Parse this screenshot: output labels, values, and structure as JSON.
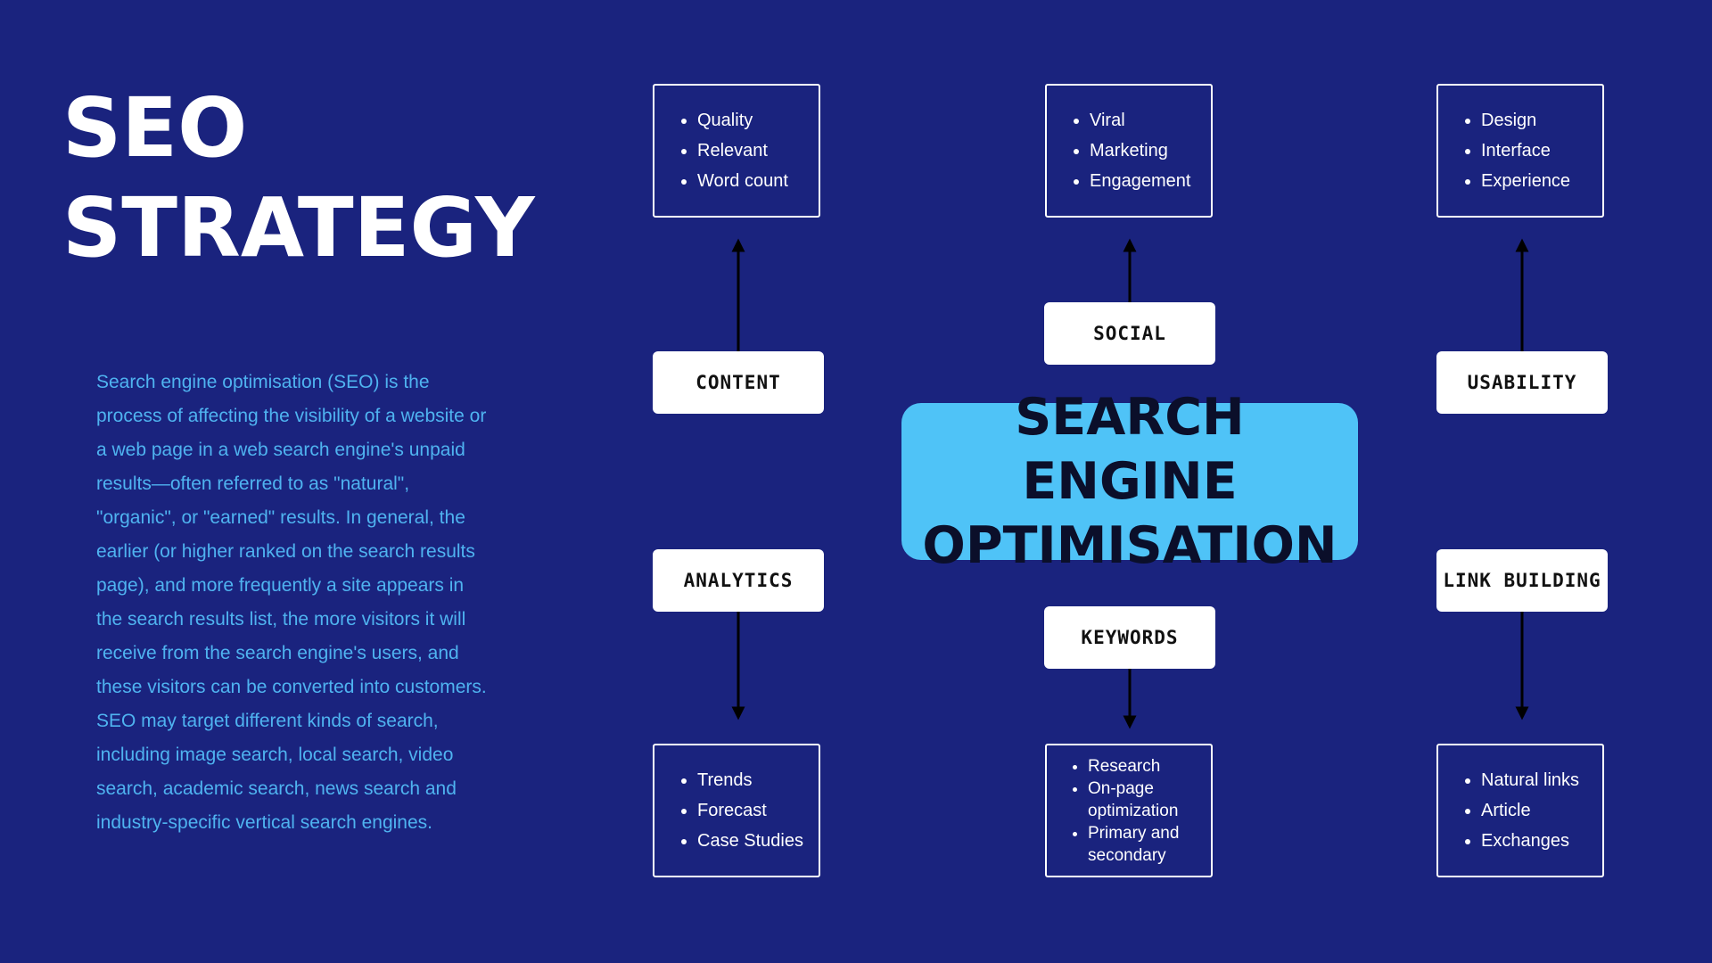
{
  "title": {
    "line1": "SEO",
    "line2": "STRATEGY"
  },
  "description": "Search engine optimisation (SEO) is the process of affecting the visibility of a website or a web page in a web search engine's unpaid results—often referred to as \"natural\", \"organic\", or \"earned\" results. In general, the earlier (or higher ranked on the search results page), and more frequently a site appears in the search results list, the more visitors it will receive from the search engine's users, and these visitors can be converted into customers. SEO may target different kinds of search, including image search, local search, video search, academic search, news search and industry-specific vertical search engines.",
  "hub": {
    "line1": "SEARCH ENGINE",
    "line2": "OPTIMISATION"
  },
  "categories": {
    "content": {
      "label": "CONTENT",
      "items": [
        "Quality",
        "Relevant",
        "Word count"
      ]
    },
    "social": {
      "label": "SOCIAL",
      "items": [
        "Viral",
        "Marketing",
        "Engagement"
      ]
    },
    "usability": {
      "label": "USABILITY",
      "items": [
        "Design",
        "Interface",
        "Experience"
      ]
    },
    "analytics": {
      "label": "ANALYTICS",
      "items": [
        "Trends",
        "Forecast",
        "Case Studies"
      ]
    },
    "keywords": {
      "label": "KEYWORDS",
      "items": [
        "Research",
        "On-page optimization",
        "Primary and secondary"
      ]
    },
    "link_building": {
      "label": "LINK BUILDING",
      "items": [
        "Natural links",
        "Article",
        "Exchanges"
      ]
    }
  },
  "colors": {
    "background": "#1a237e",
    "hub": "#4fc3f7",
    "description_text": "#4fb3f0",
    "arrow": "#000000"
  }
}
